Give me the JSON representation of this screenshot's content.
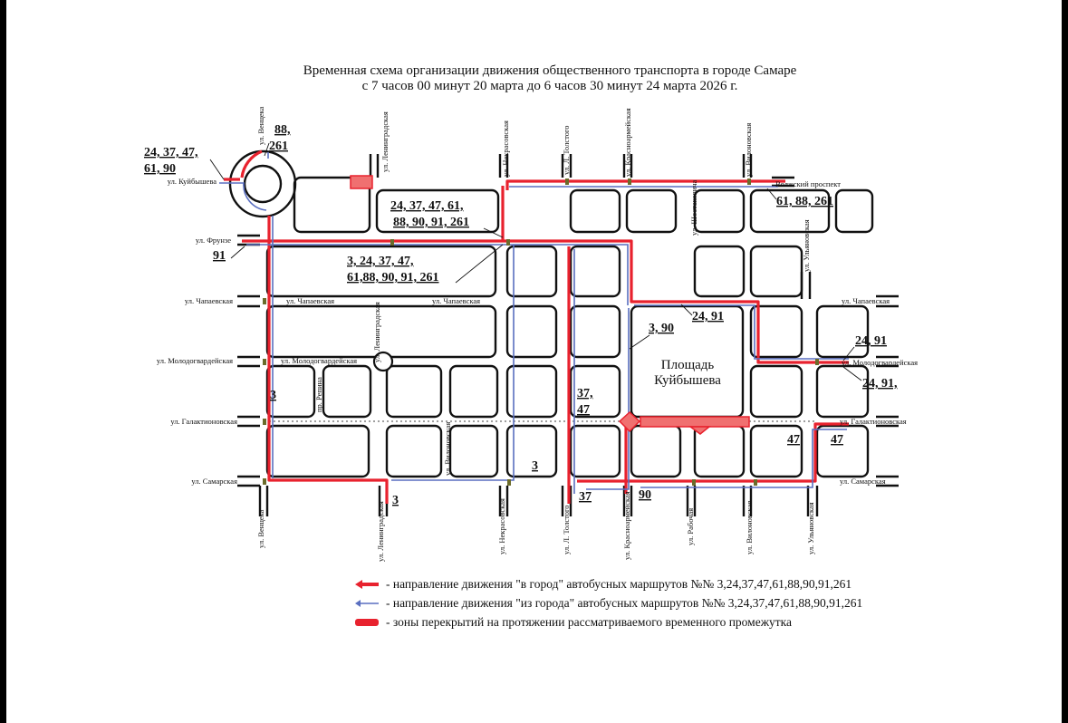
{
  "title": {
    "line1": "Временная схема организации движения общественного транспорта в городе Самаре",
    "line2": "с 7 часов 00 минут 20 марта до 6 часов 30 минут 24 марта 2026 г."
  },
  "square_label": {
    "line1": "Площадь",
    "line2": "Куйбышева"
  },
  "streets": {
    "kuibysheva": "ул. Куйбышева",
    "frunze": "ул. Фрунзе",
    "chapaevskaya": "ул. Чапаевская",
    "molodogvardeiskaya": "ул. Молодогвардейская",
    "galaktionovskaya": "ул. Галактионовская",
    "samarskaya": "ул. Самарская",
    "volzhsky": "Волжский проспект",
    "venceka": "ул. Венцека",
    "leningradskaya": "ул. Ленинградская",
    "nekrasovskaya": "ул. Некрасовская",
    "tolstogo": "ул. Л. Толстого",
    "krasnoarmeiskaya": "ул. Красноармейская",
    "vilonovskaya": "ул. Вилоновская",
    "ulyanovskaya": "ул. Ульяновская",
    "shostakovicha": "ул. Шостаковича",
    "repina": "пр. Репина",
    "rabochaya": "ул. Рабочая"
  },
  "route_labels": [
    "24, 37, 47,",
    "61, 90",
    "88,",
    "261",
    "24, 37, 47, 61,",
    "88, 90, 91, 261",
    "3, 24, 37, 47,",
    "61,88, 90, 91, 261",
    "91",
    "61, 88, 261",
    "3, 90",
    "24, 91",
    "24, 91",
    "24, 91,",
    "37,",
    "47",
    "3",
    "3",
    "3",
    "37",
    "90",
    "47",
    "47"
  ],
  "legend": [
    {
      "text": "- направление движения \"в город\" автобусных маршрутов №№ 3,24,37,47,61,88,90,91,261",
      "color": "#e8222e"
    },
    {
      "text": "- направление движения \"из города\" автобусных маршрутов №№ 3,24,37,47,61,88,90,91,261",
      "color": "#5a6fc0"
    },
    {
      "text": "- зоны перекрытий на протяжении рассматриваемого временного промежутка",
      "color": "#e8222e"
    }
  ]
}
